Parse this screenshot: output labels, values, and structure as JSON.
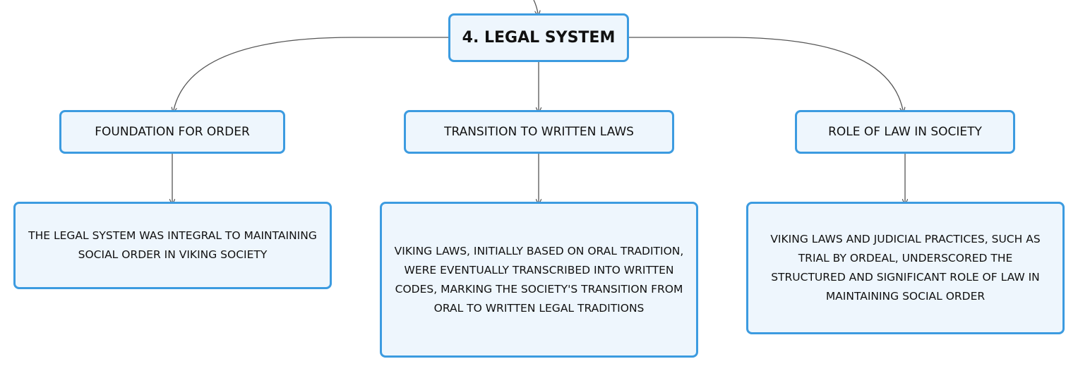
{
  "diagram": {
    "root": {
      "label": "4. LEGAL SYSTEM"
    },
    "branches": [
      {
        "label": "FOUNDATION FOR ORDER",
        "detail": "THE LEGAL SYSTEM WAS INTEGRAL TO MAINTAINING SOCIAL ORDER IN VIKING SOCIETY"
      },
      {
        "label": "TRANSITION TO WRITTEN LAWS",
        "detail": "VIKING LAWS, INITIALLY BASED ON ORAL TRADITION, WERE EVENTUALLY TRANSCRIBED INTO WRITTEN CODES, MARKING THE SOCIETY'S TRANSITION FROM ORAL TO WRITTEN LEGAL TRADITIONS"
      },
      {
        "label": "ROLE OF LAW IN SOCIETY",
        "detail": "VIKING LAWS AND JUDICIAL PRACTICES, SUCH AS TRIAL BY ORDEAL, UNDERSCORED THE STRUCTURED AND SIGNIFICANT ROLE OF LAW IN MAINTAINING SOCIAL ORDER"
      }
    ],
    "colors": {
      "node_border": "#3c9be0",
      "node_fill": "#eef6fd",
      "connector": "#555555",
      "text": "#111111"
    }
  }
}
